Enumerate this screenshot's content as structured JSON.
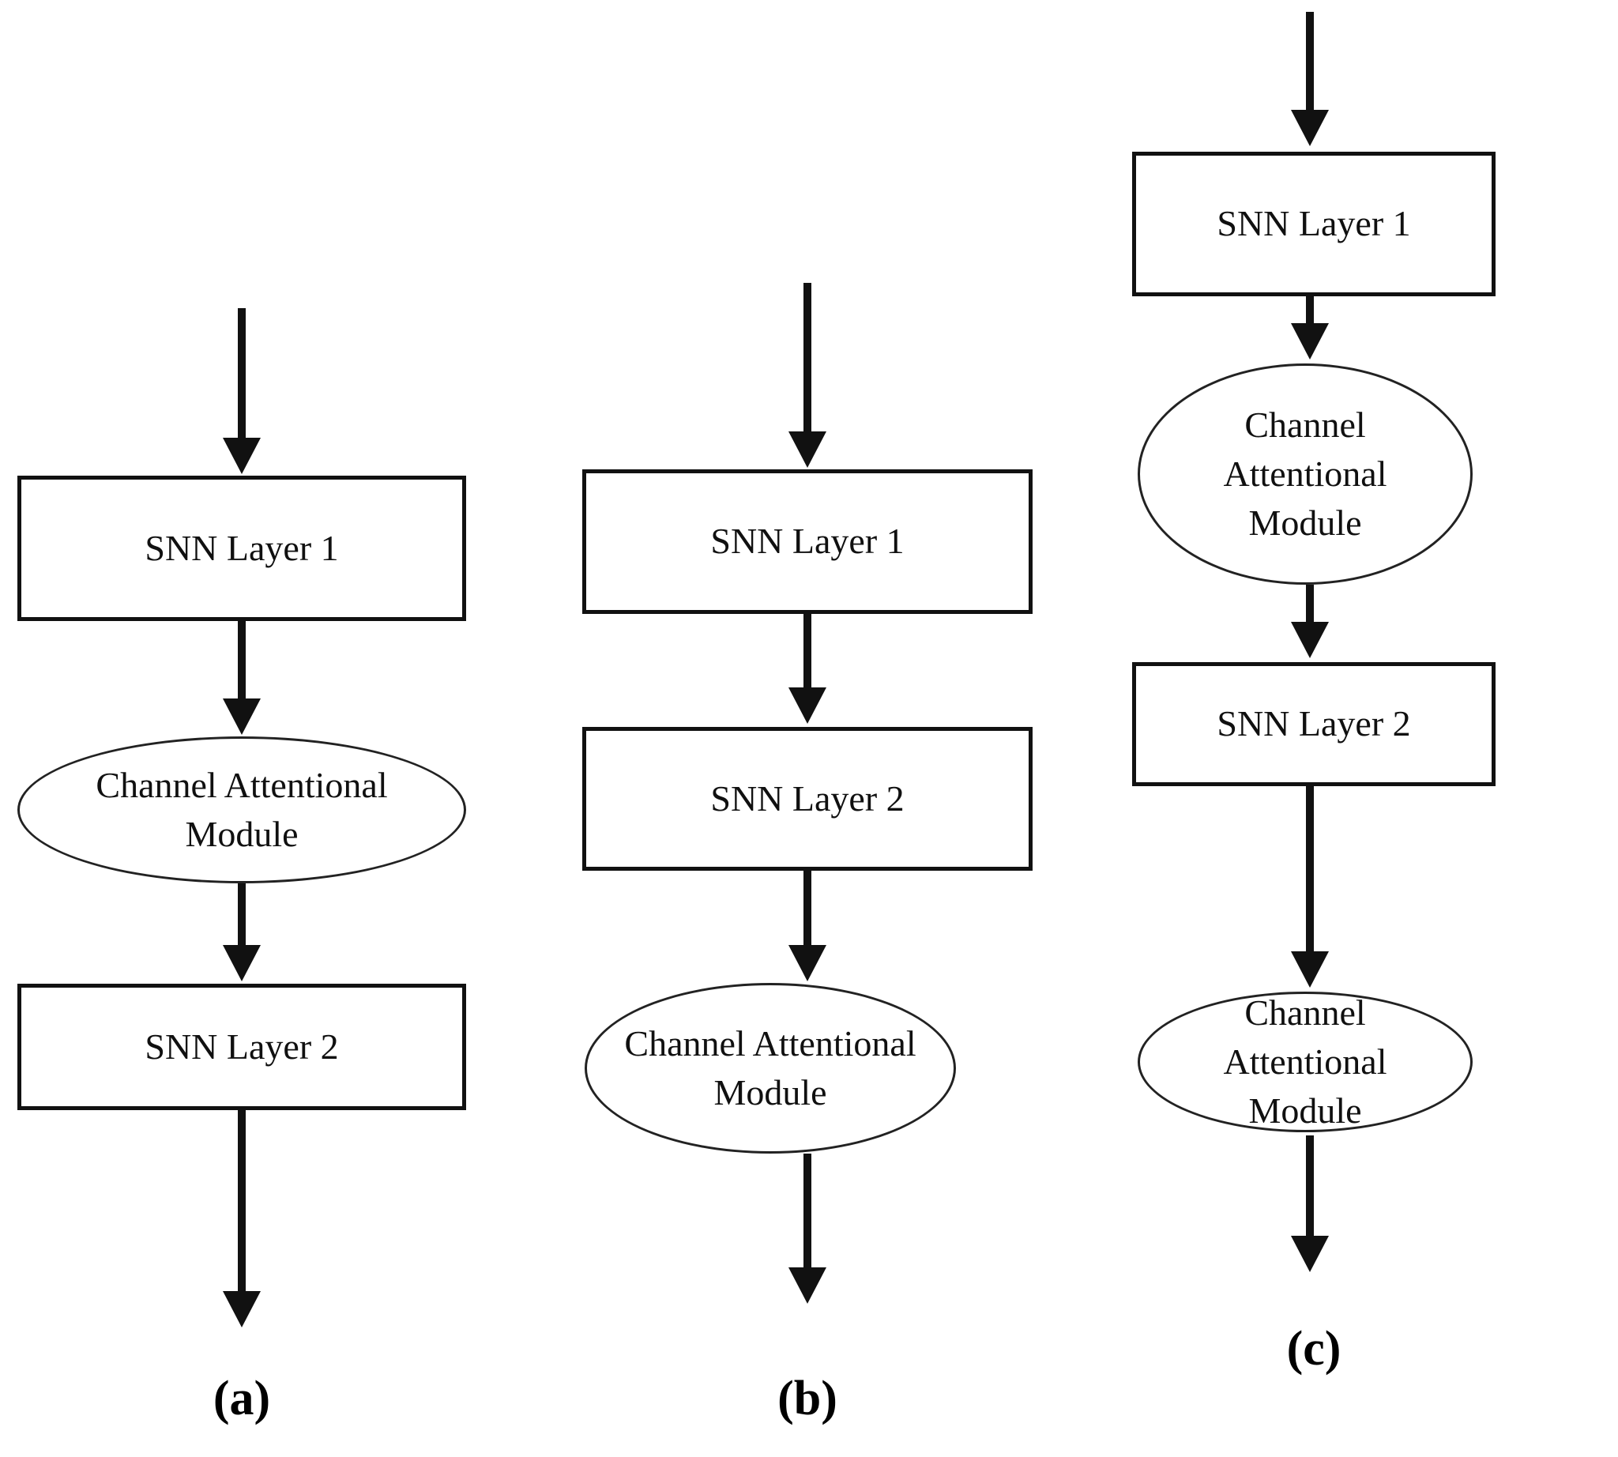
{
  "figure": {
    "columns": [
      {
        "caption": "(a)",
        "nodes": [
          {
            "shape": "rect",
            "label": "SNN Layer 1"
          },
          {
            "shape": "ellipse",
            "label": "Channel Attentional Module"
          },
          {
            "shape": "rect",
            "label": "SNN Layer 2"
          }
        ]
      },
      {
        "caption": "(b)",
        "nodes": [
          {
            "shape": "rect",
            "label": "SNN Layer 1"
          },
          {
            "shape": "rect",
            "label": "SNN Layer 2"
          },
          {
            "shape": "ellipse",
            "label": "Channel Attentional Module"
          }
        ]
      },
      {
        "caption": "(c)",
        "nodes": [
          {
            "shape": "rect",
            "label": "SNN Layer 1"
          },
          {
            "shape": "ellipse",
            "label": "Channel Attentional Module"
          },
          {
            "shape": "rect",
            "label": "SNN Layer 2"
          },
          {
            "shape": "ellipse",
            "label": "Channel Attentional Module"
          }
        ]
      }
    ],
    "colors": {
      "line": "#111111",
      "text": "#101010",
      "background": "#ffffff"
    }
  }
}
